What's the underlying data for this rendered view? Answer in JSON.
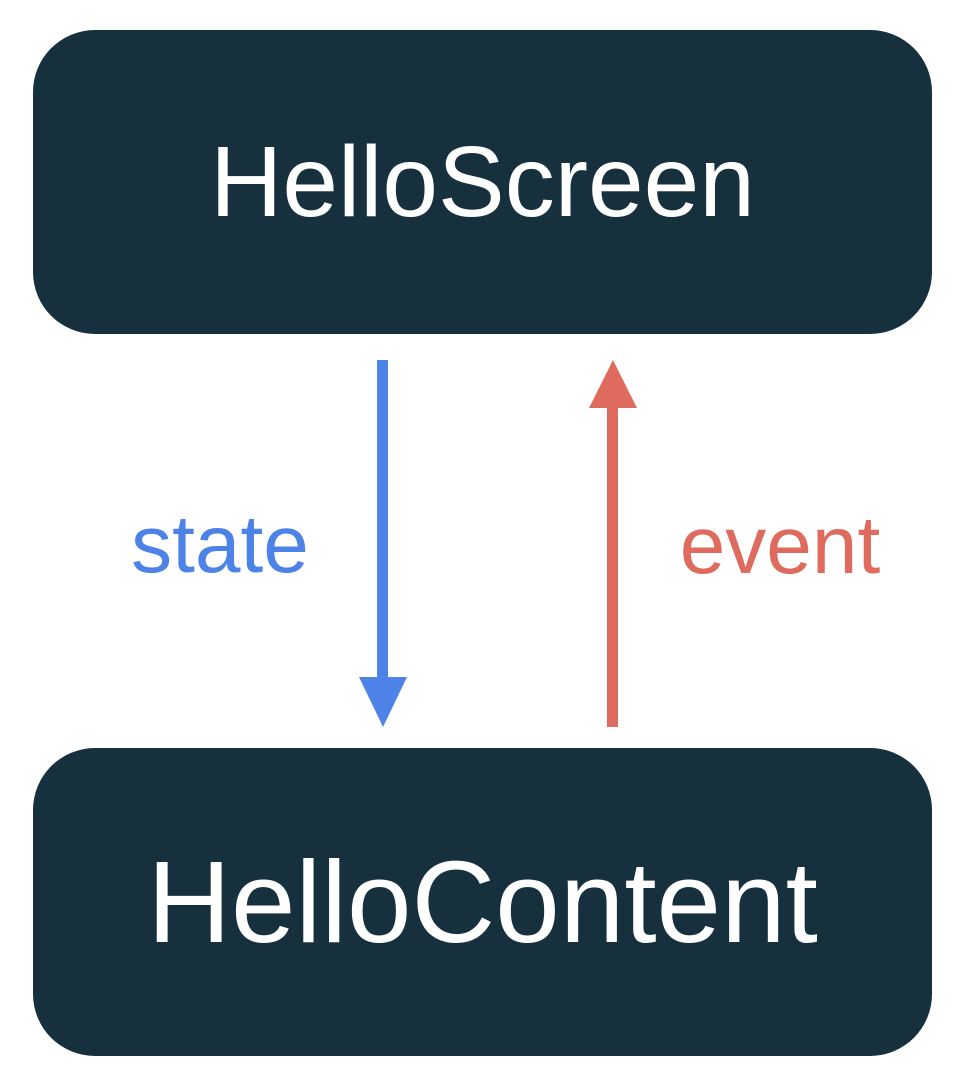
{
  "diagram": {
    "title": "unidirectional-data-flow",
    "nodes": [
      {
        "id": "screen",
        "label": "HelloScreen"
      },
      {
        "id": "content",
        "label": "HelloContent"
      }
    ],
    "arrows": [
      {
        "id": "state",
        "label": "state",
        "direction": "down",
        "from": "HelloScreen",
        "to": "HelloContent"
      },
      {
        "id": "event",
        "label": "event",
        "direction": "up",
        "from": "HelloContent",
        "to": "HelloScreen"
      }
    ]
  },
  "colors": {
    "background": "#ffffff",
    "node-bg": "#16303e",
    "node-text": "#ffffff",
    "state-color": "#4d82e6",
    "event-color": "#df6b5e"
  }
}
